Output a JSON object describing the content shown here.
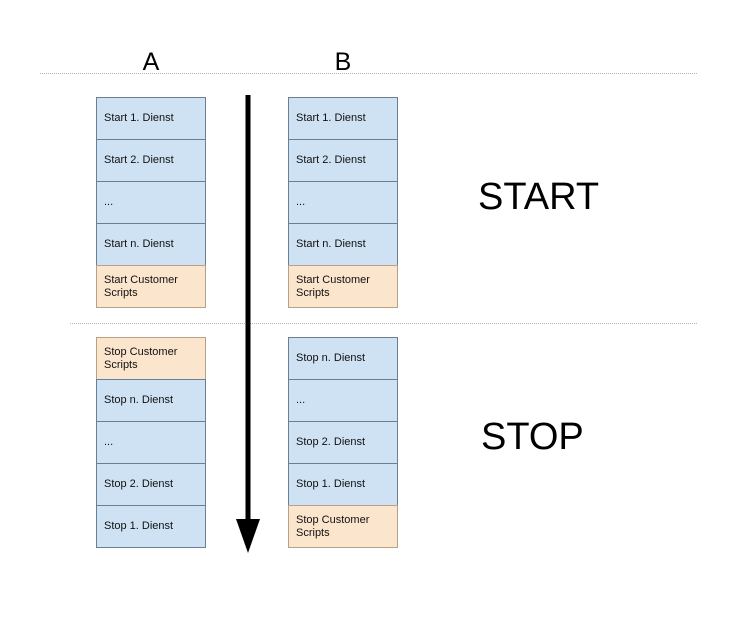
{
  "diagram": {
    "columns": [
      {
        "id": "a",
        "label": "A"
      },
      {
        "id": "b",
        "label": "B"
      }
    ],
    "phases": [
      {
        "id": "start",
        "label": "START"
      },
      {
        "id": "stop",
        "label": "STOP"
      }
    ],
    "arrow": {
      "name": "downward-time-arrow",
      "direction": "down",
      "color": "#000000"
    },
    "colors": {
      "service_box_fill": "#cfe2f3",
      "service_box_stroke": "#6b7f94",
      "customer_box_fill": "#fce5cd",
      "customer_box_stroke": "#b8a184",
      "divider": "#b5b5b5",
      "text": "#111111",
      "background": "#ffffff"
    },
    "stacks": {
      "a_start": [
        {
          "text": "Start 1. Dienst",
          "kind": "service"
        },
        {
          "text": "Start 2. Dienst",
          "kind": "service"
        },
        {
          "text": "...",
          "kind": "service"
        },
        {
          "text": "Start n. Dienst",
          "kind": "service"
        },
        {
          "text": "Start Customer Scripts",
          "kind": "customer"
        }
      ],
      "b_start": [
        {
          "text": "Start 1. Dienst",
          "kind": "service"
        },
        {
          "text": "Start 2. Dienst",
          "kind": "service"
        },
        {
          "text": "...",
          "kind": "service"
        },
        {
          "text": "Start n. Dienst",
          "kind": "service"
        },
        {
          "text": "Start Customer Scripts",
          "kind": "customer"
        }
      ],
      "a_stop": [
        {
          "text": "Stop Customer Scripts",
          "kind": "customer"
        },
        {
          "text": "Stop n. Dienst",
          "kind": "service"
        },
        {
          "text": "...",
          "kind": "service"
        },
        {
          "text": "Stop 2. Dienst",
          "kind": "service"
        },
        {
          "text": "Stop 1. Dienst",
          "kind": "service"
        }
      ],
      "b_stop": [
        {
          "text": "Stop n. Dienst",
          "kind": "service"
        },
        {
          "text": "...",
          "kind": "service"
        },
        {
          "text": "Stop 2. Dienst",
          "kind": "service"
        },
        {
          "text": "Stop 1. Dienst",
          "kind": "service"
        },
        {
          "text": "Stop Customer Scripts",
          "kind": "customer"
        }
      ]
    }
  }
}
